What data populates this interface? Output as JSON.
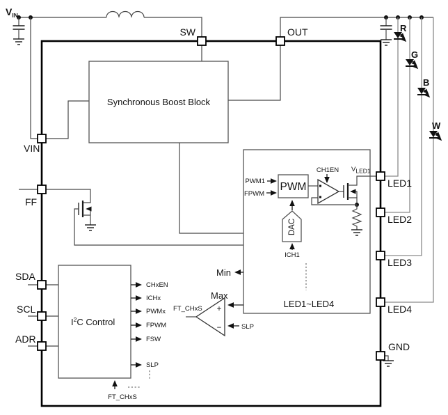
{
  "supply": {
    "vin_main": "V",
    "vin_sub": "IN"
  },
  "pins": {
    "sw": "SW",
    "out": "OUT",
    "vin": "VIN",
    "ff": "FF",
    "sda": "SDA",
    "scl": "SCL",
    "adr": "ADR",
    "led1": "LED1",
    "led2": "LED2",
    "led3": "LED3",
    "led4": "LED4",
    "gnd": "GND"
  },
  "leds": {
    "r": "R",
    "g": "G",
    "b": "B",
    "w": "W"
  },
  "blocks": {
    "boost": "Synchronous Boost Block",
    "led_driver": {
      "pwm_in1": "PWM1",
      "pwm_in2": "FPWM",
      "pwm_box": "PWM",
      "ch1en": "CH1EN",
      "vled_main": "V",
      "vled_sub": "LED1",
      "dac": "DAC",
      "ich1": "ICH1",
      "caption": "LED1~LED4"
    },
    "i2c": {
      "label_prefix": "I",
      "label_sup": "2",
      "label_suffix": "C Control",
      "outputs": [
        "CHxEN",
        "ICHx",
        "PWMx",
        "FPWM",
        "FSW",
        "SLP"
      ],
      "feedback_input": "FT_CHxS"
    },
    "minmax": {
      "min": "Min",
      "max": "Max",
      "output": "FT_CHxS",
      "plus": "+",
      "minus": "−",
      "slp": "SLP"
    }
  }
}
